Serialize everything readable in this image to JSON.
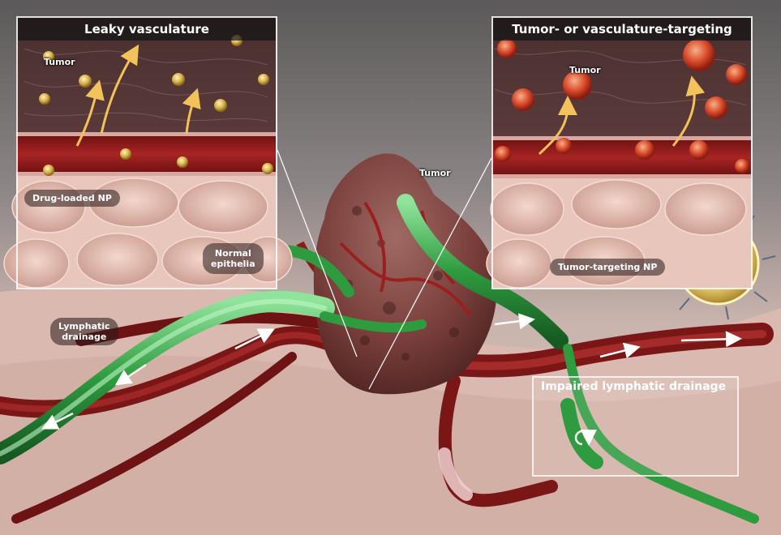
{
  "left_panel": {
    "title": "Leaky vasculature",
    "tumor_label": "Tumor",
    "np_label": "Drug-loaded NP",
    "epithelia_label_line1": "Normal",
    "epithelia_label_line2": "epithelia"
  },
  "right_panel": {
    "title": "Tumor- or vasculature-targeting",
    "tumor_label": "Tumor",
    "np_label": "Tumor-targeting NP"
  },
  "main": {
    "tumor_label": "Tumor",
    "lymphatic_label_line1": "Lymphatic",
    "lymphatic_label_line2": "drainage",
    "impaired_title": "Impaired lymphatic drainage"
  }
}
